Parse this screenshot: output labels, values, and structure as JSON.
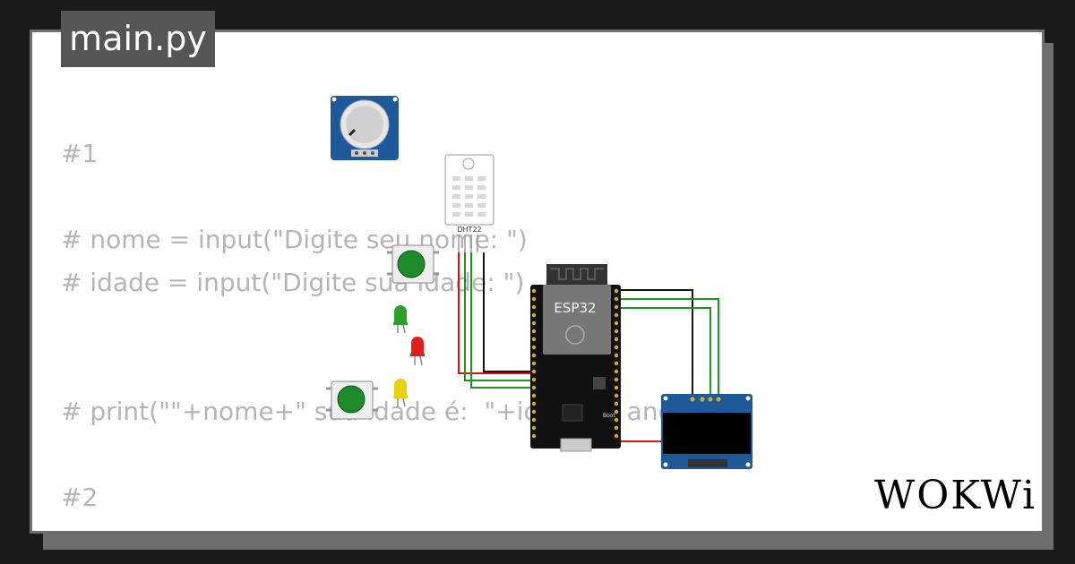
{
  "tab": {
    "filename": "main.py"
  },
  "code_lines": [
    "#1",
    "# nome = input(\"Digite seu nome: \")",
    "# idade = input(\"Digite sua idade: \")",
    "# print(\"\"+nome+\" sua idade é:  \"+idade+\" anos\")",
    "#2"
  ],
  "components": {
    "sensor": "DHT22",
    "board": "ESP32",
    "boot_label": "Boot"
  },
  "logo": "WOKWi",
  "colors": {
    "wire_red": "#e01010",
    "wire_green": "#1a9a1a",
    "wire_black": "#111111",
    "pcb_blue": "#1e5a9a",
    "button_green": "#1e8a2a"
  }
}
